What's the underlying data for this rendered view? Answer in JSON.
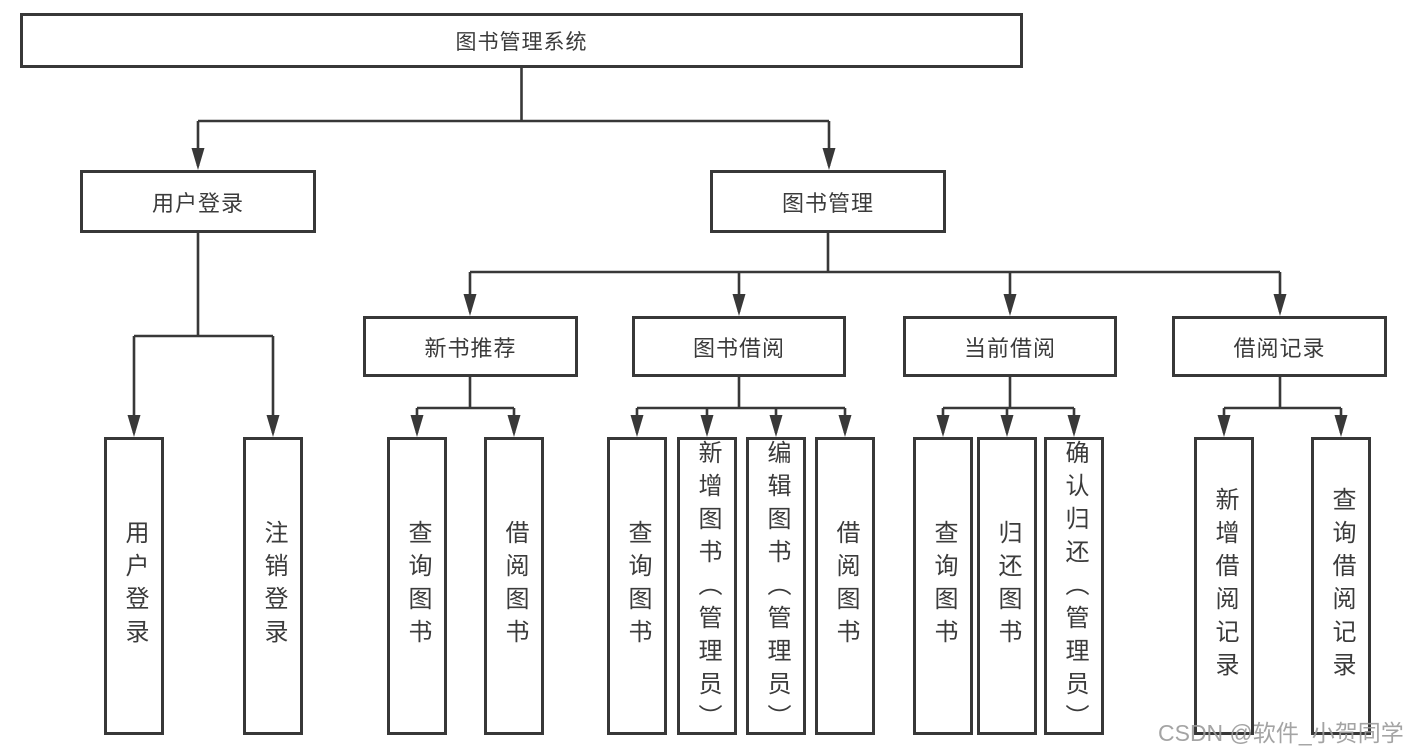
{
  "diagram_title": "图书管理系统",
  "tree": {
    "label": "图书管理系统",
    "children": [
      {
        "label": "用户登录",
        "children": [
          {
            "label": "用户登录"
          },
          {
            "label": "注销登录"
          }
        ]
      },
      {
        "label": "图书管理",
        "children": [
          {
            "label": "新书推荐",
            "children": [
              {
                "label": "查询图书"
              },
              {
                "label": "借阅图书"
              }
            ]
          },
          {
            "label": "图书借阅",
            "children": [
              {
                "label": "查询图书"
              },
              {
                "label": "新增图书（管理员）"
              },
              {
                "label": "编辑图书（管理员）"
              },
              {
                "label": "借阅图书"
              }
            ]
          },
          {
            "label": "当前借阅",
            "children": [
              {
                "label": "查询图书"
              },
              {
                "label": "归还图书"
              },
              {
                "label": "确认归还（管理员）"
              }
            ]
          },
          {
            "label": "借阅记录",
            "children": [
              {
                "label": "新增借阅记录"
              },
              {
                "label": "查询借阅记录"
              }
            ]
          }
        ]
      }
    ]
  },
  "watermark": {
    "text": "CSDN @软件_小贺同学"
  },
  "colors": {
    "line": "#383838",
    "text": "#3b3b3b",
    "background": "#ffffff",
    "watermark": "#9b9b9b"
  }
}
